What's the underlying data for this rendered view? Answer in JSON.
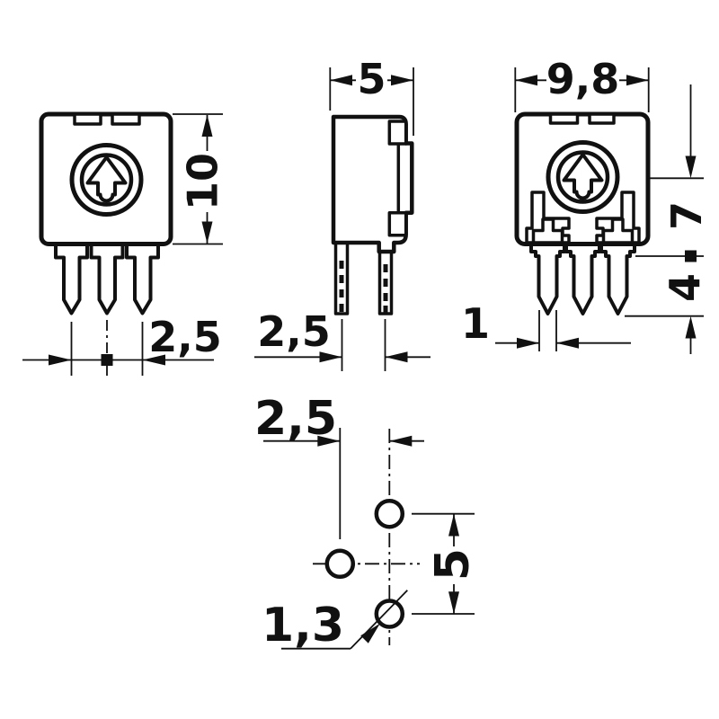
{
  "drawing": {
    "background": "#ffffff",
    "line_color": "#111111",
    "views": {
      "front": {
        "title": "front-view-with-pins",
        "height_dim": "10",
        "pin_pitch_dim": "2,5"
      },
      "side": {
        "title": "side-profile-view",
        "depth_dim": "5",
        "pin_pitch_dim": "2,5"
      },
      "front_detail": {
        "title": "front-view-internal-contacts",
        "width_dim": "9,8",
        "body_to_seat_dim": "7",
        "seat_to_tip_dim": "4",
        "pin_width_dim": "1"
      },
      "pcb": {
        "title": "pcb-hole-pattern",
        "hole_pitch_x_dim": "2,5",
        "hole_pitch_y_dim": "5",
        "hole_diameter_dim": "1,3"
      }
    }
  }
}
